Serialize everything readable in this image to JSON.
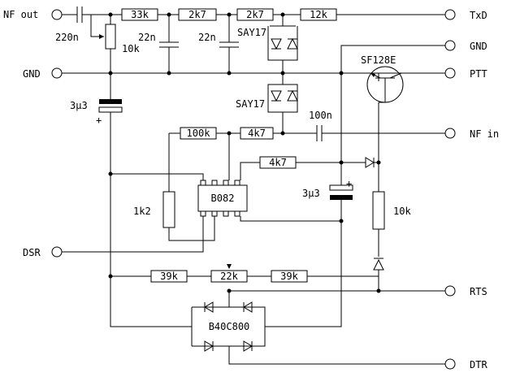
{
  "terminals": {
    "nf_out": "NF out",
    "gnd_left": "GND",
    "dsr": "DSR",
    "txd": "TxD",
    "gnd_right": "GND",
    "ptt": "PTT",
    "nf_in": "NF in",
    "rts": "RTS",
    "dtr": "DTR"
  },
  "components": {
    "c_220n": "220n",
    "pot_10k": "10k",
    "r_33k": "33k",
    "r_2k7_a": "2k7",
    "r_2k7_b": "2k7",
    "r_12k": "12k",
    "c_22n_a": "22n",
    "c_22n_b": "22n",
    "diodes_top": "SAY17",
    "diodes_mid": "SAY17",
    "transistor": "SF128E",
    "c_3u3_left": "3µ3",
    "c_100n": "100n",
    "r_100k": "100k",
    "r_4k7_a": "4k7",
    "r_4k7_b": "4k7",
    "ic": "B082",
    "r_1k2": "1k2",
    "c_3u3_right": "3µ3",
    "r_10k": "10k",
    "r_39k_a": "39k",
    "pot_22k": "22k",
    "r_39k_b": "39k",
    "bridge": "B40C800"
  },
  "polarity": {
    "plus": "+"
  }
}
